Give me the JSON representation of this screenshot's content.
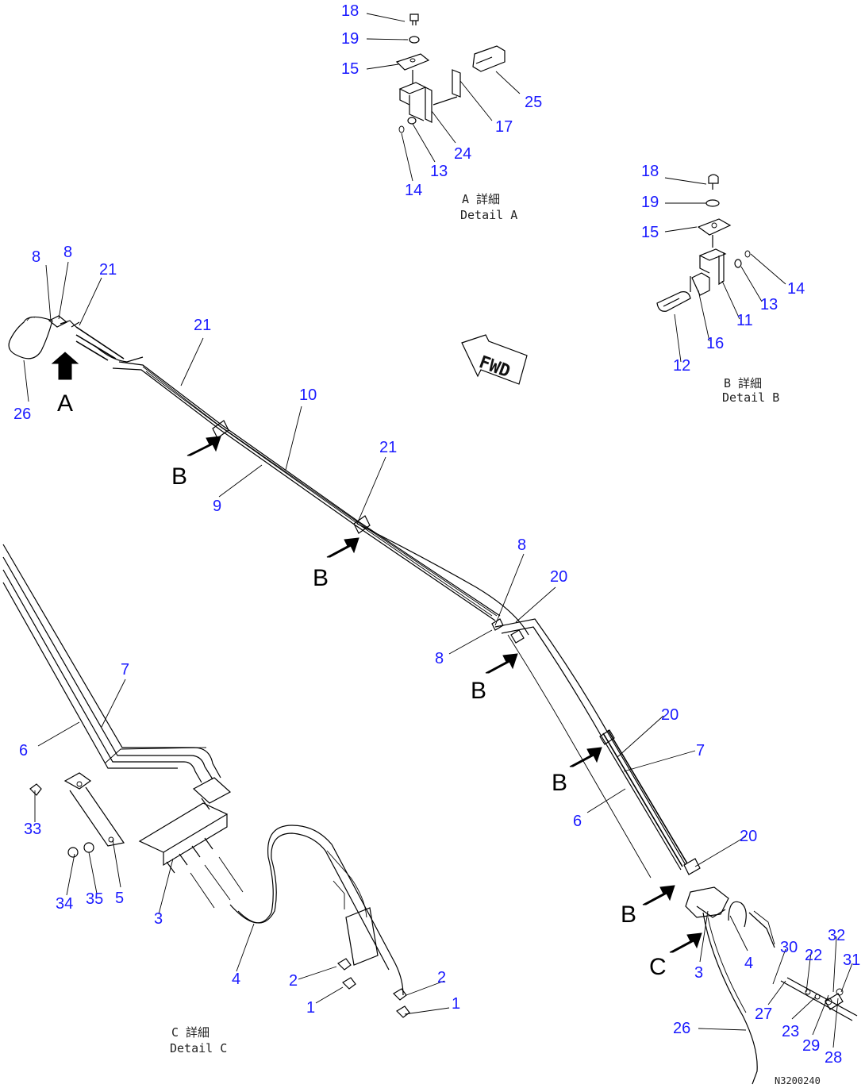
{
  "callouts": [
    {
      "id": "c18a",
      "text": "18"
    },
    {
      "id": "c19a",
      "text": "19"
    },
    {
      "id": "c15a",
      "text": "15"
    },
    {
      "id": "c25a",
      "text": "25"
    },
    {
      "id": "c17a",
      "text": "17"
    },
    {
      "id": "c24a",
      "text": "24"
    },
    {
      "id": "c13a",
      "text": "13"
    },
    {
      "id": "c14a",
      "text": "14"
    },
    {
      "id": "c18b",
      "text": "18"
    },
    {
      "id": "c19b",
      "text": "19"
    },
    {
      "id": "c15b",
      "text": "15"
    },
    {
      "id": "c14b",
      "text": "14"
    },
    {
      "id": "c13b",
      "text": "13"
    },
    {
      "id": "c11b",
      "text": "11"
    },
    {
      "id": "c16b",
      "text": "16"
    },
    {
      "id": "c12b",
      "text": "12"
    },
    {
      "id": "c8a",
      "text": "8"
    },
    {
      "id": "c8b",
      "text": "8"
    },
    {
      "id": "c21a",
      "text": "21"
    },
    {
      "id": "c26a",
      "text": "26"
    },
    {
      "id": "c21b",
      "text": "21"
    },
    {
      "id": "c10",
      "text": "10"
    },
    {
      "id": "c9",
      "text": "9"
    },
    {
      "id": "c21c",
      "text": "21"
    },
    {
      "id": "c8c",
      "text": "8"
    },
    {
      "id": "c20a",
      "text": "20"
    },
    {
      "id": "c8d",
      "text": "8"
    },
    {
      "id": "c20b",
      "text": "20"
    },
    {
      "id": "c7b",
      "text": "7"
    },
    {
      "id": "c6b",
      "text": "6"
    },
    {
      "id": "c20c",
      "text": "20"
    },
    {
      "id": "c3b",
      "text": "3"
    },
    {
      "id": "c4b",
      "text": "4"
    },
    {
      "id": "c30",
      "text": "30"
    },
    {
      "id": "c22",
      "text": "22"
    },
    {
      "id": "c32",
      "text": "32"
    },
    {
      "id": "c31",
      "text": "31"
    },
    {
      "id": "c27",
      "text": "27"
    },
    {
      "id": "c23",
      "text": "23"
    },
    {
      "id": "c29",
      "text": "29"
    },
    {
      "id": "c28",
      "text": "28"
    },
    {
      "id": "c26b",
      "text": "26"
    },
    {
      "id": "c7a",
      "text": "7"
    },
    {
      "id": "c6a",
      "text": "6"
    },
    {
      "id": "c33",
      "text": "33"
    },
    {
      "id": "c34",
      "text": "34"
    },
    {
      "id": "c35",
      "text": "35"
    },
    {
      "id": "c5",
      "text": "5"
    },
    {
      "id": "c3a",
      "text": "3"
    },
    {
      "id": "c4a",
      "text": "4"
    },
    {
      "id": "c2a",
      "text": "2"
    },
    {
      "id": "c1a",
      "text": "1"
    },
    {
      "id": "c2b",
      "text": "2"
    },
    {
      "id": "c1b",
      "text": "1"
    }
  ],
  "view_labels": [
    {
      "id": "vA",
      "text": "A"
    },
    {
      "id": "vB1",
      "text": "B"
    },
    {
      "id": "vB2",
      "text": "B"
    },
    {
      "id": "vB3",
      "text": "B"
    },
    {
      "id": "vB4",
      "text": "B"
    },
    {
      "id": "vB5",
      "text": "B"
    },
    {
      "id": "vC",
      "text": "C"
    }
  ],
  "captions": {
    "detail_a_jp": "A 詳細",
    "detail_a_en": "Detail A",
    "detail_b_jp": "B 詳細",
    "detail_b_en": "Detail B",
    "detail_c_jp": "C 詳細",
    "detail_c_en": "Detail C",
    "fwd": "FWD",
    "drawing_no": "N3200240"
  }
}
